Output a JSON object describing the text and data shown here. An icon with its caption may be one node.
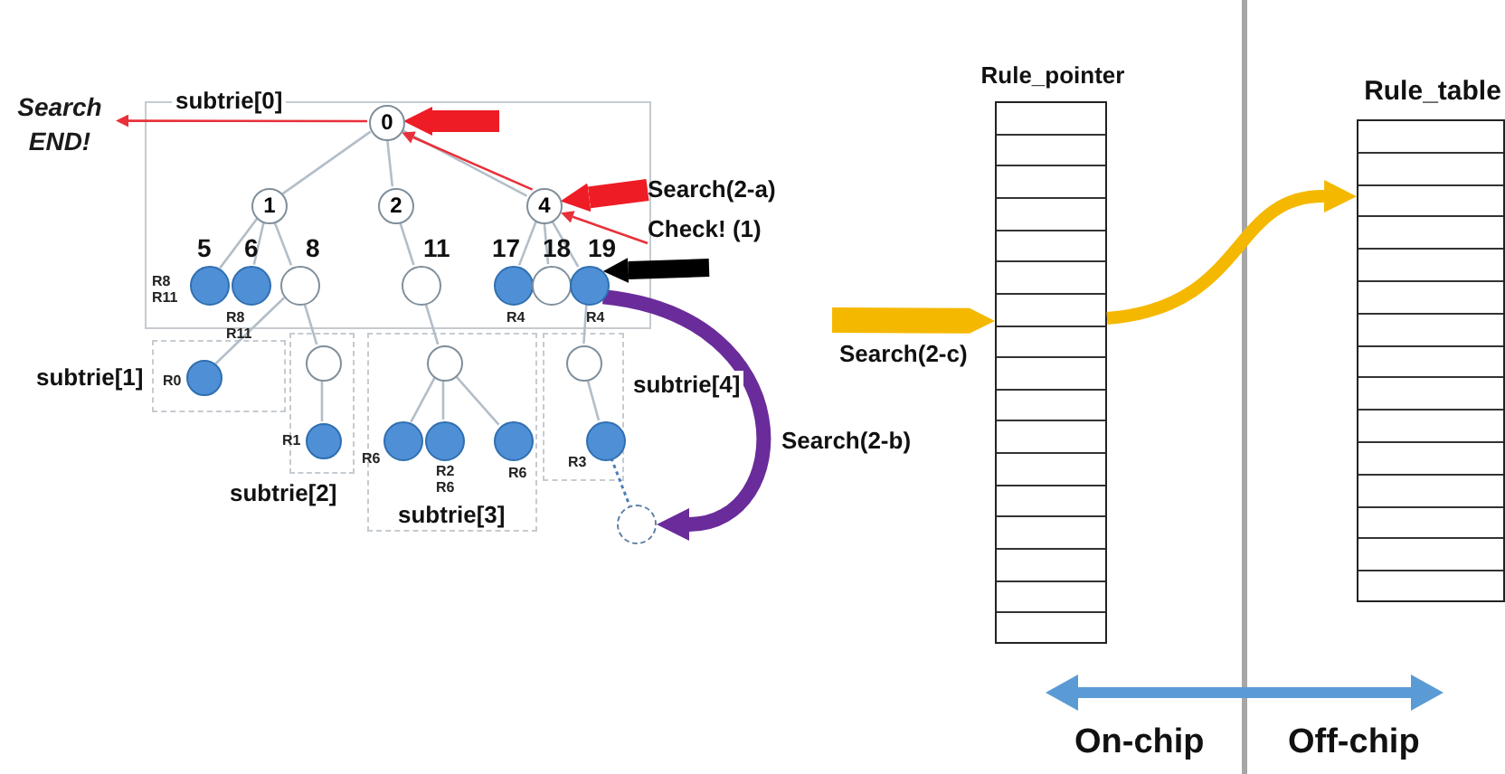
{
  "diagram": {
    "nodes": [
      {
        "text": [
          "subtrie[0]"
        ]
      },
      {
        "text": [
          "0"
        ],
        "in": 0
      },
      {
        "text": [
          "1"
        ],
        "in": 0
      },
      {
        "text": [
          "2"
        ],
        "in": 0
      },
      {
        "text": [
          "4"
        ],
        "in": 0
      },
      {
        "text": [
          "5"
        ],
        "in": 0,
        "beside": [
          "R8 R11"
        ]
      },
      {
        "text": [
          "6"
        ],
        "in": 0,
        "beside": [
          "R8 R11"
        ]
      },
      {
        "text": [
          "8"
        ],
        "in": 0
      },
      {
        "text": [
          "11"
        ],
        "in": 0
      },
      {
        "text": [
          "17"
        ],
        "in": 0,
        "beside": [
          "R4"
        ]
      },
      {
        "text": [
          "18"
        ],
        "in": 0
      },
      {
        "text": [
          "19"
        ],
        "in": 0,
        "beside": [
          "R4"
        ]
      },
      {
        "text": [
          "subtrie[1]"
        ]
      },
      {
        "text": [],
        "shape": "circle",
        "in": 12,
        "beside": [
          "R0"
        ]
      },
      {
        "text": [
          "subtrie[2]"
        ]
      },
      {
        "text": [],
        "shape": "circle",
        "in": 14
      },
      {
        "text": [],
        "shape": "circle",
        "in": 14,
        "beside": [
          "R1"
        ]
      },
      {
        "text": [
          "subtrie[3]"
        ]
      },
      {
        "text": [],
        "shape": "circle",
        "in": 17
      },
      {
        "text": [],
        "shape": "circle",
        "in": 17,
        "beside": [
          "R6"
        ]
      },
      {
        "text": [],
        "shape": "circle",
        "in": 17,
        "beside": [
          "R2 R6"
        ]
      },
      {
        "text": [],
        "shape": "circle",
        "in": 17,
        "beside": [
          "R6"
        ]
      },
      {
        "text": [
          "subtrie[4]"
        ]
      },
      {
        "text": [],
        "shape": "circle",
        "in": 22
      },
      {
        "text": [],
        "shape": "circle",
        "in": 22,
        "beside": [
          "R3"
        ]
      },
      {
        "text": [],
        "shape": "circle"
      },
      {
        "text": [
          "Search END!"
        ]
      },
      {
        "text": [
          "Search(2-a)"
        ]
      },
      {
        "text": [
          "Check! (1)"
        ]
      },
      {
        "text": [
          "Rule_pointer"
        ]
      },
      {
        "text": [
          "Rule_table"
        ]
      }
    ],
    "edges": [
      {
        "from": 1,
        "to": 2,
        "arrow": "none"
      },
      {
        "from": 1,
        "to": 3,
        "arrow": "none"
      },
      {
        "from": 1,
        "to": 4,
        "arrow": "none"
      },
      {
        "from": 2,
        "to": 5,
        "arrow": "none"
      },
      {
        "from": 2,
        "to": 6,
        "arrow": "none"
      },
      {
        "from": 2,
        "to": 7,
        "arrow": "none"
      },
      {
        "from": 3,
        "to": 8,
        "arrow": "none"
      },
      {
        "from": 4,
        "to": 9,
        "arrow": "none"
      },
      {
        "from": 4,
        "to": 10,
        "arrow": "none"
      },
      {
        "from": 4,
        "to": 11,
        "arrow": "none"
      },
      {
        "from": 7,
        "to": 13,
        "arrow": "none"
      },
      {
        "from": 7,
        "to": 15,
        "arrow": "none"
      },
      {
        "from": 8,
        "to": 18,
        "arrow": "none"
      },
      {
        "from": 11,
        "to": 23,
        "arrow": "none"
      },
      {
        "from": 15,
        "to": 16,
        "arrow": "none"
      },
      {
        "from": 18,
        "to": 19,
        "arrow": "none"
      },
      {
        "from": 18,
        "to": 20,
        "arrow": "none"
      },
      {
        "from": 18,
        "to": 21,
        "arrow": "none"
      },
      {
        "from": 23,
        "to": 24,
        "arrow": "none"
      },
      {
        "from": 24,
        "to": 25,
        "arrow": "none",
        "style": "dashed",
        "color": "#4a7fb5"
      },
      {
        "from": 1,
        "to": 26,
        "arrow": "to",
        "color": "#e8303a"
      },
      {
        "from": null,
        "to": 1,
        "arrow": "to",
        "style": "thick",
        "color": "#ee1c24"
      },
      {
        "from": 4,
        "to": 1,
        "arrow": "to",
        "color": "#e8303a"
      },
      {
        "from": 28,
        "to": 4,
        "arrow": "to",
        "color": "#e8303a"
      },
      {
        "from": 27,
        "to": 4,
        "arrow": "to",
        "style": "thick",
        "color": "#ee1c24"
      },
      {
        "from": 28,
        "to": 11,
        "arrow": "to",
        "style": "thick",
        "color": "#000000"
      },
      {
        "from": 11,
        "to": 25,
        "arrow": "to",
        "style": "thick",
        "color": "#6a2c9a",
        "label": "Search(2-b)"
      },
      {
        "from": null,
        "to": 29,
        "arrow": "to",
        "style": "thick",
        "color": "#f5b800",
        "label": "Search(2-c)"
      },
      {
        "from": 29,
        "to": 30,
        "arrow": "to",
        "style": "thick",
        "color": "#f5b800"
      }
    ],
    "labels": [
      "On-chip",
      "Off-chip"
    ]
  }
}
